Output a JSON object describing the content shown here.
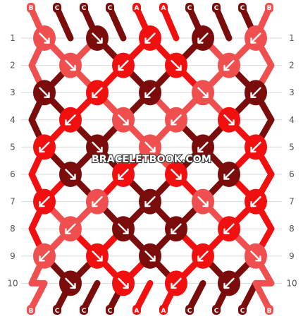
{
  "watermark": "BRACELETBOOK.COM",
  "colors": {
    "A": "#f20f0f",
    "B": "#f04f4f",
    "C": "#7a0c0c"
  },
  "strands_top": [
    "B",
    "C",
    "C",
    "C",
    "A",
    "A",
    "C",
    "C",
    "C",
    "B"
  ],
  "strands_bottom": [
    "B",
    "C",
    "C",
    "C",
    "A",
    "A",
    "C",
    "C",
    "C",
    "B"
  ],
  "rows": [
    {
      "label": "1",
      "knots": [
        {
          "color": "B",
          "dir": "R"
        },
        {
          "color": "C",
          "dir": "R"
        },
        {
          "color": "A",
          "dir": "L"
        },
        {
          "color": "C",
          "dir": "L"
        },
        {
          "color": "B",
          "dir": "L"
        }
      ]
    },
    {
      "label": "2",
      "knots": [
        {
          "color": "B",
          "dir": "R"
        },
        {
          "color": "A",
          "dir": "L"
        },
        {
          "color": "A",
          "dir": "R"
        },
        {
          "color": "B",
          "dir": "L"
        }
      ]
    },
    {
      "label": "3",
      "knots": [
        {
          "color": "C",
          "dir": "R"
        },
        {
          "color": "A",
          "dir": "L"
        },
        {
          "color": "C",
          "dir": "L"
        },
        {
          "color": "B",
          "dir": "R"
        },
        {
          "color": "C",
          "dir": "L"
        }
      ]
    },
    {
      "label": "4",
      "knots": [
        {
          "color": "A",
          "dir": "L"
        },
        {
          "color": "B",
          "dir": "R"
        },
        {
          "color": "B",
          "dir": "L"
        },
        {
          "color": "A",
          "dir": "R"
        }
      ]
    },
    {
      "label": "5",
      "knots": [
        {
          "color": "A",
          "dir": "L"
        },
        {
          "color": "C",
          "dir": "R"
        },
        {
          "color": "B",
          "dir": "R"
        },
        {
          "color": "C",
          "dir": "L"
        },
        {
          "color": "A",
          "dir": "L"
        }
      ]
    },
    {
      "label": "6",
      "knots": [
        {
          "color": "C",
          "dir": "R"
        },
        {
          "color": "A",
          "dir": "L"
        },
        {
          "color": "A",
          "dir": "R"
        },
        {
          "color": "C",
          "dir": "L"
        }
      ]
    },
    {
      "label": "7",
      "knots": [
        {
          "color": "A",
          "dir": "L"
        },
        {
          "color": "B",
          "dir": "L"
        },
        {
          "color": "C",
          "dir": "L"
        },
        {
          "color": "B",
          "dir": "R"
        },
        {
          "color": "A",
          "dir": "L"
        }
      ]
    },
    {
      "label": "8",
      "knots": [
        {
          "color": "B",
          "dir": "L"
        },
        {
          "color": "C",
          "dir": "R"
        },
        {
          "color": "C",
          "dir": "L"
        },
        {
          "color": "A",
          "dir": "L"
        }
      ]
    },
    {
      "label": "9",
      "knots": [
        {
          "color": "B",
          "dir": "L"
        },
        {
          "color": "A",
          "dir": "R"
        },
        {
          "color": "C",
          "dir": "R"
        },
        {
          "color": "A",
          "dir": "L"
        },
        {
          "color": "B",
          "dir": "R"
        }
      ]
    },
    {
      "label": "10",
      "knots": [
        {
          "color": "C",
          "dir": "R"
        },
        {
          "color": "A",
          "dir": "R"
        },
        {
          "color": "A",
          "dir": "L"
        },
        {
          "color": "C",
          "dir": "L"
        }
      ]
    }
  ]
}
